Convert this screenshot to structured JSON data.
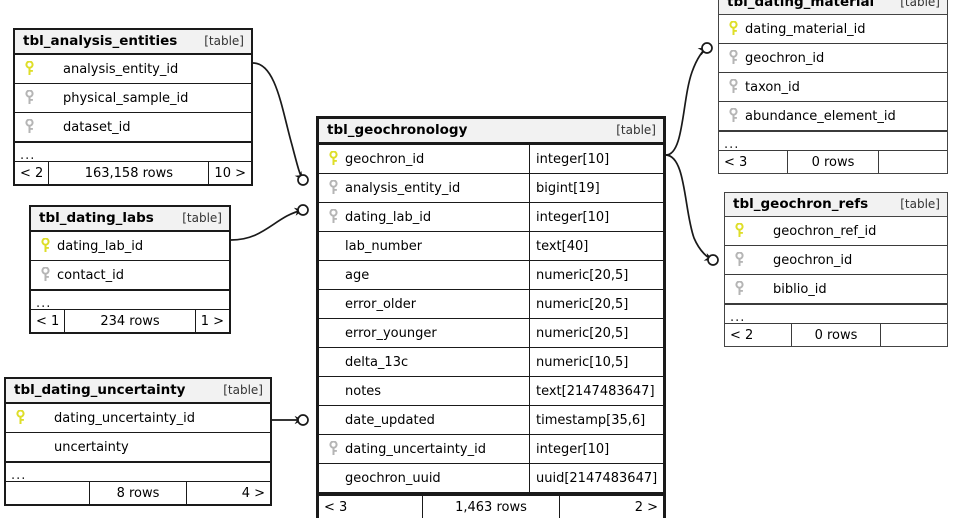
{
  "diagram": {
    "kind_label": "[table]",
    "ellipsis": "...",
    "colors": {
      "primary_key": "#dede28",
      "foreign_key": "#b5b5b5",
      "border": "#1a1a1a",
      "header_bg": "#f2f2f2",
      "background": "#ffffff"
    }
  },
  "tables": {
    "analysis_entities": {
      "title": "tbl_analysis_entities",
      "kind": "[table]",
      "fields": [
        {
          "name": "analysis_entity_id",
          "key": "pk"
        },
        {
          "name": "physical_sample_id",
          "key": "fk"
        },
        {
          "name": "dataset_id",
          "key": "fk"
        }
      ],
      "footer": {
        "prev": "< 2",
        "rows": "163,158 rows",
        "next": "10 >"
      }
    },
    "dating_labs": {
      "title": "tbl_dating_labs",
      "kind": "[table]",
      "fields": [
        {
          "name": "dating_lab_id",
          "key": "pk"
        },
        {
          "name": "contact_id",
          "key": "fk"
        }
      ],
      "footer": {
        "prev": "< 1",
        "rows": "234 rows",
        "next": "1 >"
      }
    },
    "dating_uncertainty": {
      "title": "tbl_dating_uncertainty",
      "kind": "[table]",
      "fields": [
        {
          "name": "dating_uncertainty_id",
          "key": "pk"
        },
        {
          "name": "uncertainty",
          "key": "none"
        }
      ],
      "footer": {
        "prev": "",
        "rows": "8 rows",
        "next": "4 >"
      }
    },
    "geochronology": {
      "title": "tbl_geochronology",
      "kind": "[table]",
      "fields": [
        {
          "name": "geochron_id",
          "type": "integer[10]",
          "key": "pk"
        },
        {
          "name": "analysis_entity_id",
          "type": "bigint[19]",
          "key": "fk"
        },
        {
          "name": "dating_lab_id",
          "type": "integer[10]",
          "key": "fk"
        },
        {
          "name": "lab_number",
          "type": "text[40]",
          "key": "none"
        },
        {
          "name": "age",
          "type": "numeric[20,5]",
          "key": "none"
        },
        {
          "name": "error_older",
          "type": "numeric[20,5]",
          "key": "none"
        },
        {
          "name": "error_younger",
          "type": "numeric[20,5]",
          "key": "none"
        },
        {
          "name": "delta_13c",
          "type": "numeric[10,5]",
          "key": "none"
        },
        {
          "name": "notes",
          "type": "text[2147483647]",
          "key": "none"
        },
        {
          "name": "date_updated",
          "type": "timestamp[35,6]",
          "key": "none"
        },
        {
          "name": "dating_uncertainty_id",
          "type": "integer[10]",
          "key": "fk"
        },
        {
          "name": "geochron_uuid",
          "type": "uuid[2147483647]",
          "key": "none"
        }
      ],
      "footer": {
        "prev": "< 3",
        "rows": "1,463 rows",
        "next": "2 >"
      }
    },
    "dating_material": {
      "title": "tbl_dating_material",
      "kind": "[table]",
      "fields": [
        {
          "name": "dating_material_id",
          "key": "pk"
        },
        {
          "name": "geochron_id",
          "key": "fk"
        },
        {
          "name": "taxon_id",
          "key": "fk"
        },
        {
          "name": "abundance_element_id",
          "key": "fk"
        }
      ],
      "footer": {
        "prev": "< 3",
        "rows": "0 rows",
        "next": ""
      }
    },
    "geochron_refs": {
      "title": "tbl_geochron_refs",
      "kind": "[table]",
      "fields": [
        {
          "name": "geochron_ref_id",
          "key": "pk"
        },
        {
          "name": "geochron_id",
          "key": "fk"
        },
        {
          "name": "biblio_id",
          "key": "fk"
        }
      ],
      "footer": {
        "prev": "< 2",
        "rows": "0 rows",
        "next": ""
      }
    }
  },
  "relationships": [
    {
      "from": "tbl_analysis_entities.analysis_entity_id",
      "to": "tbl_geochronology.analysis_entity_id"
    },
    {
      "from": "tbl_dating_labs.dating_lab_id",
      "to": "tbl_geochronology.dating_lab_id"
    },
    {
      "from": "tbl_dating_uncertainty.dating_uncertainty_id",
      "to": "tbl_geochronology.dating_uncertainty_id"
    },
    {
      "from": "tbl_geochronology.geochron_id",
      "to": "tbl_dating_material.geochron_id"
    },
    {
      "from": "tbl_geochronology.geochron_id",
      "to": "tbl_geochron_refs.geochron_id"
    }
  ]
}
